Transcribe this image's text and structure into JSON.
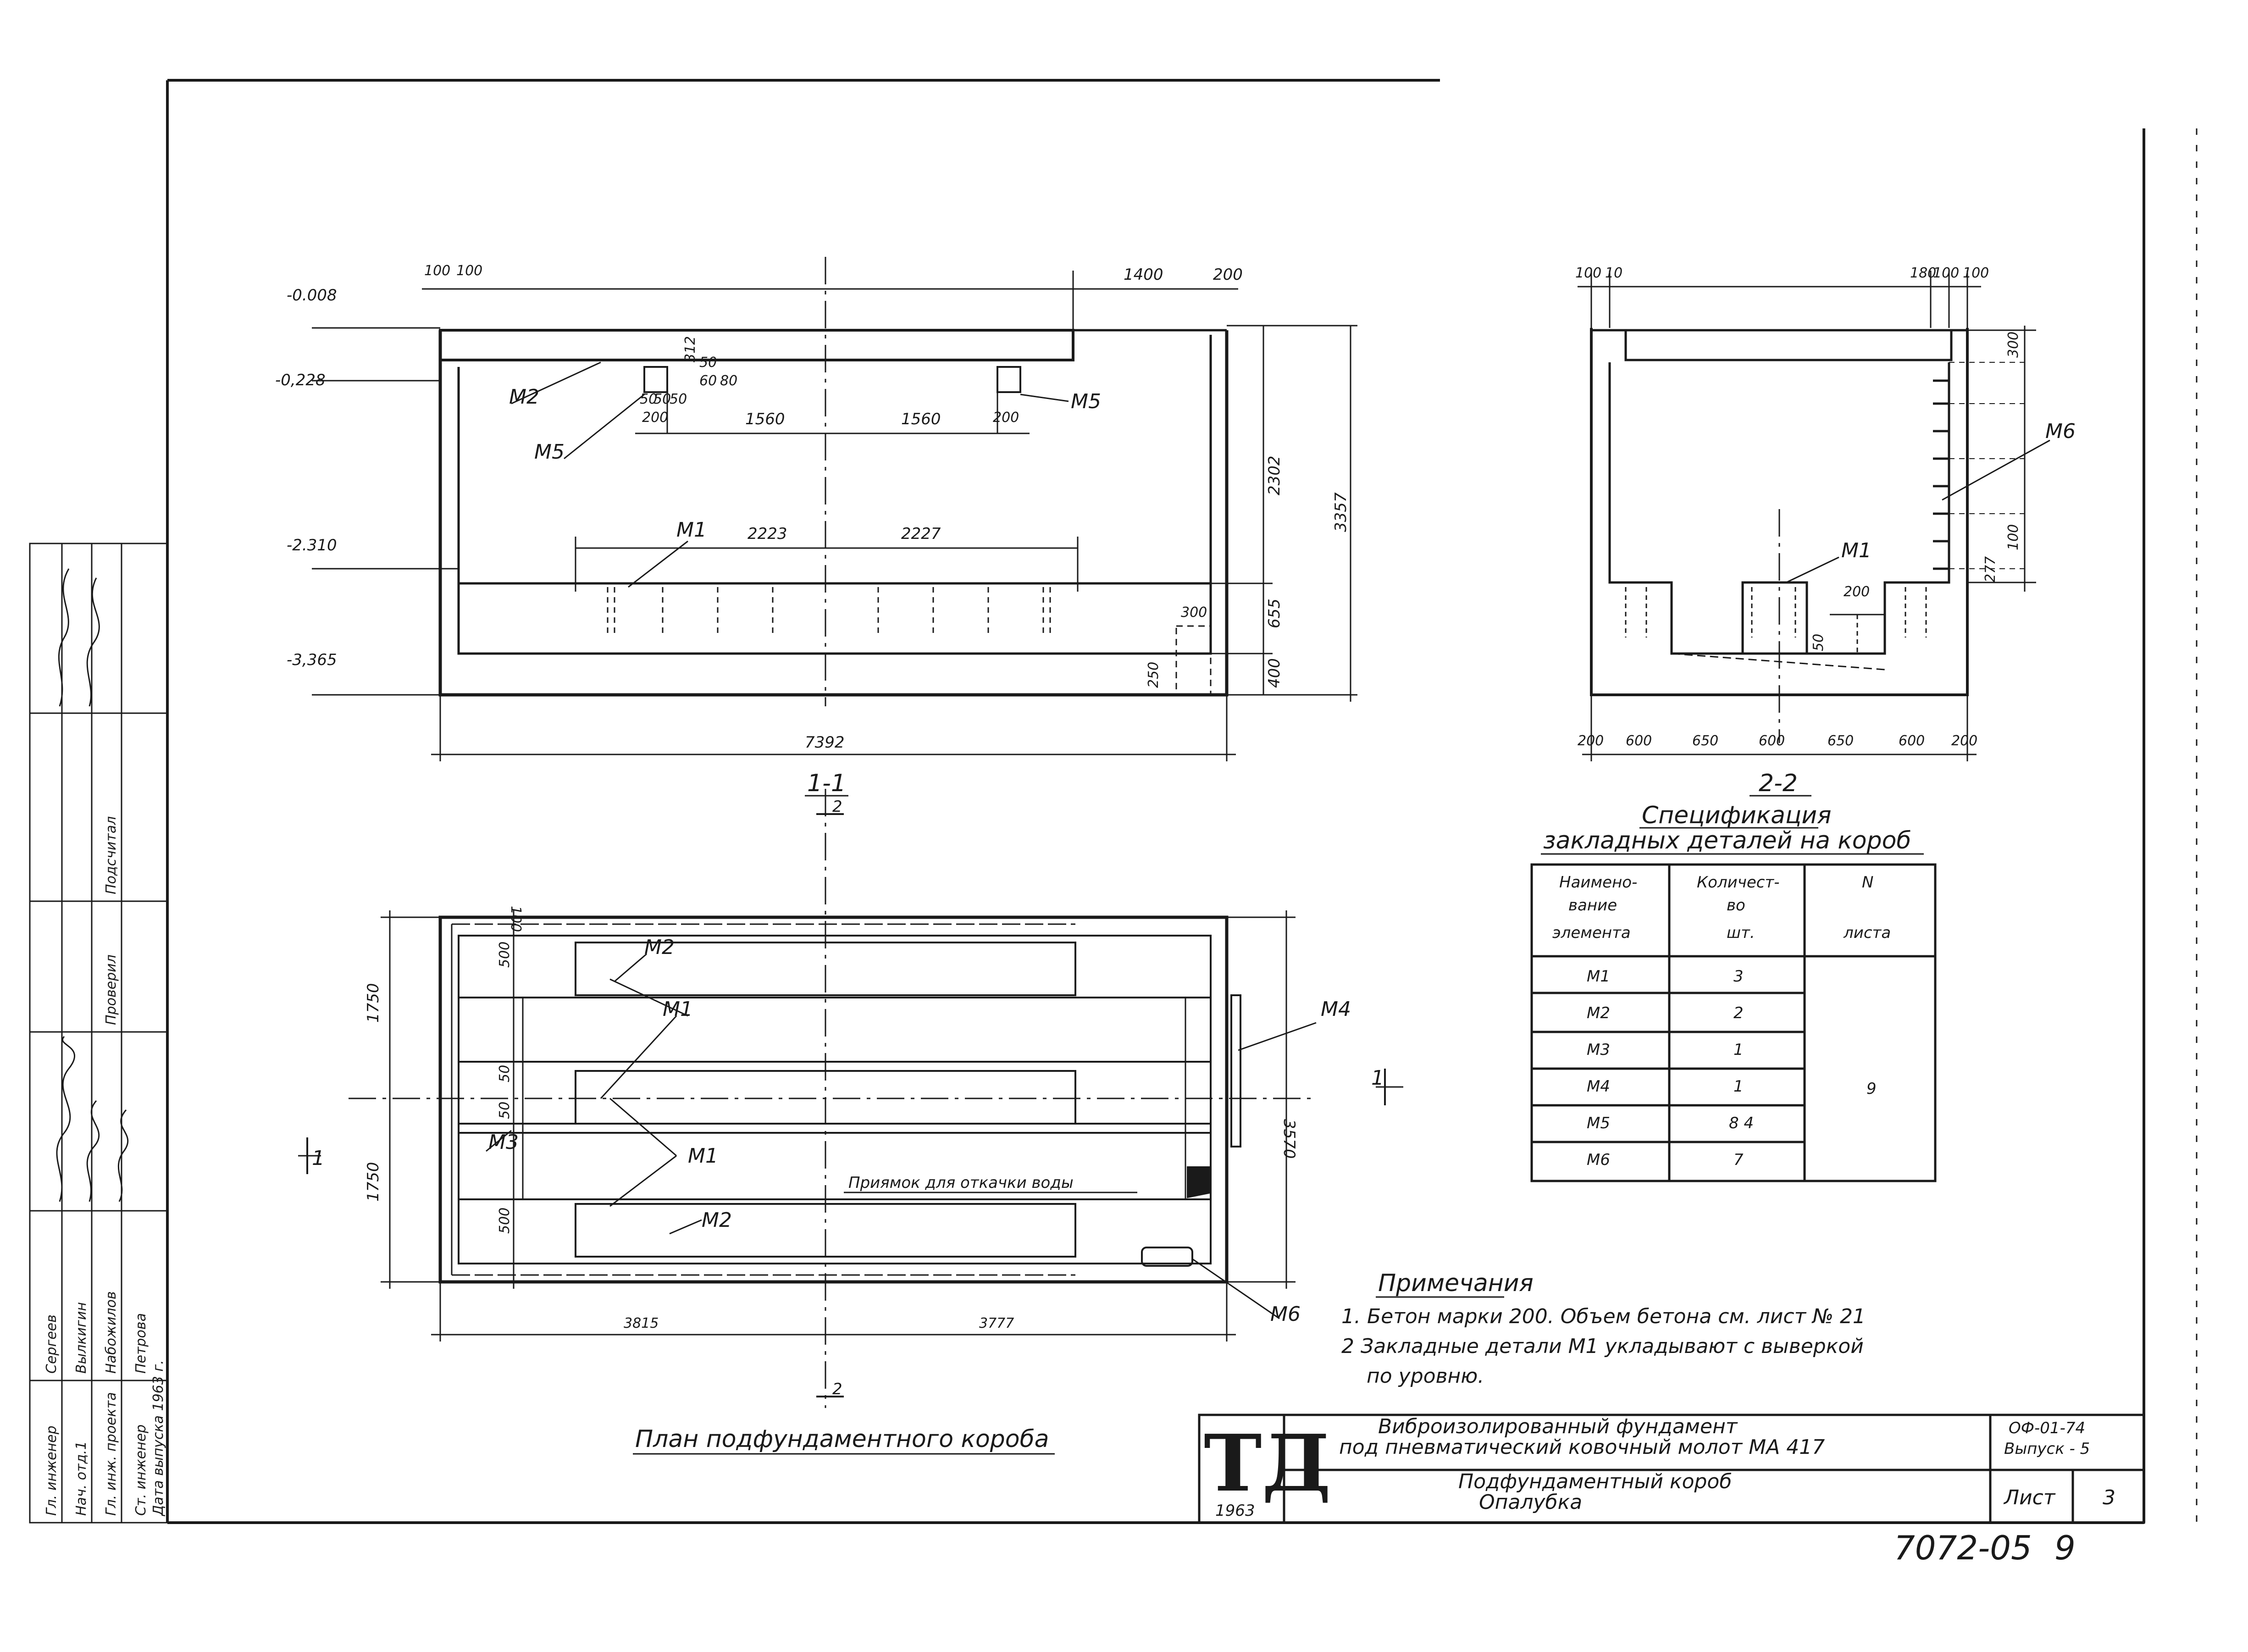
{
  "section_1": {
    "title": "1-1",
    "levels": [
      "-0.008",
      "-0,228",
      "-2.310",
      "-3,365"
    ],
    "dims_top": [
      "100",
      "100",
      "1400",
      "200"
    ],
    "dims_inner": [
      "200",
      "1560",
      "1560",
      "200"
    ],
    "dims_small": [
      "50",
      "50",
      "50",
      "50",
      "60",
      "80",
      "312"
    ],
    "dims_mid": [
      "2223",
      "2227"
    ],
    "dims_right": [
      "2302",
      "3357",
      "655",
      "400"
    ],
    "pit_dims": [
      "300",
      "250"
    ],
    "overall_width": "7392",
    "labels": {
      "m2": "M2",
      "m5a": "M5",
      "m5b": "M5",
      "m1": "M1"
    }
  },
  "section_2": {
    "title": "2-2",
    "dims_top": [
      "100",
      "10",
      "180",
      "100",
      "100"
    ],
    "dims_bottom": [
      "200",
      "600",
      "650",
      "600",
      "650",
      "600",
      "200"
    ],
    "dims_right": [
      "300",
      "100",
      "277"
    ],
    "dims_inner": [
      "200",
      "50"
    ],
    "labels": {
      "m6": "M6",
      "m1": "M1"
    }
  },
  "plan": {
    "title": "План подфундаментного короба",
    "section_marks": [
      "1-1",
      "2",
      "2",
      "1",
      "1"
    ],
    "dims_left": [
      "1750",
      "1750"
    ],
    "dims_inner": [
      "100",
      "500",
      "50",
      "50",
      "500"
    ],
    "dims_right": "3570",
    "dims_bottom": [
      "3815",
      "3777"
    ],
    "labels": {
      "m2a": "M2",
      "m1a": "M1",
      "m1b": "M1",
      "m2b": "M2",
      "m3": "M3",
      "m4": "M4",
      "m6": "M6"
    },
    "pit_note": "Приямок для откачки воды"
  },
  "spec": {
    "title_line1": "Спецификация",
    "title_line2": "закладных деталей на короб",
    "headers": [
      "Наимено-вание элемента",
      "Количест-во шт.",
      "N листа"
    ],
    "rows": [
      {
        "name": "M1",
        "qty": "3"
      },
      {
        "name": "M2",
        "qty": "2"
      },
      {
        "name": "M3",
        "qty": "1"
      },
      {
        "name": "M4",
        "qty": "1"
      },
      {
        "name": "M5",
        "qty": "8 4"
      },
      {
        "name": "M6",
        "qty": "7"
      }
    ],
    "sheet_no": "9"
  },
  "notes": {
    "title": "Примечания",
    "items": [
      "1. Бетон марки 200. Объем бетона см. лист № 21",
      "2 Закладные детали М1 укладывают с выверкой",
      "по уровню."
    ]
  },
  "title_block": {
    "logo": "ТД",
    "year": "1963",
    "project_line1": "Виброизолированный фундамент",
    "project_line2": "под пневматический ковочный молот МА 417",
    "drawing_line1": "Подфундаментный короб",
    "drawing_line2": "Опалубка",
    "code_line1": "ОФ-01-74",
    "code_line2": "Выпуск - 5",
    "sheet_label": "Лист",
    "sheet_no": "3",
    "archive_no": "7072-05",
    "archive_sheet": "9"
  },
  "stamp": {
    "roles": [
      "Гл. инженер",
      "Нач. отд.1",
      "Гл. инж. проекта",
      "Ст. инженер",
      "Дата выпуска 1963 г."
    ],
    "names": [
      "Сергеев",
      "Вылкигин",
      "Набожилов",
      "Петрова"
    ],
    "extra": [
      "Проверил",
      "Подсчитал"
    ]
  }
}
